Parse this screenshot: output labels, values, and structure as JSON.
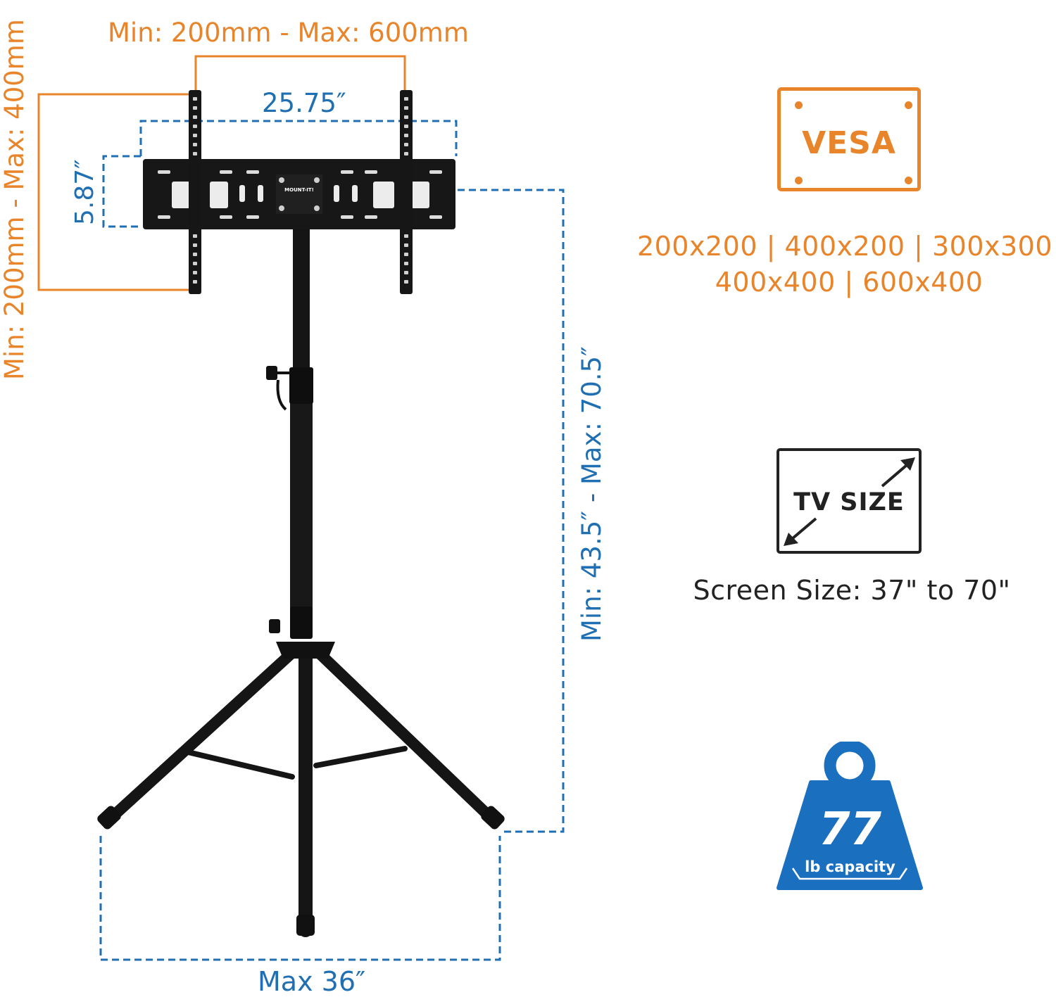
{
  "dimensions": {
    "width_range": "Min: 200mm - Max: 600mm",
    "height_range": "Min: 200mm - Max: 400mm",
    "bracket_width": "25.75″",
    "bracket_height": "5.87″",
    "stand_height": "Min: 43.5″ - Max: 70.5″",
    "base_width": "Max 36″"
  },
  "vesa": {
    "badge": "VESA",
    "patterns_line1": "200x200 | 400x200 | 300x300",
    "patterns_line2": "400x400 | 600x400"
  },
  "tv_size": {
    "badge": "TV SIZE",
    "label": "Screen Size: 37\" to 70\""
  },
  "capacity": {
    "value": "77",
    "unit": "lb capacity"
  },
  "brand": "MOUNT-IT!",
  "colors": {
    "orange": "#e8842a",
    "blue": "#1f6fb2",
    "dark": "#222222",
    "weight_blue": "#1a6fbf"
  }
}
